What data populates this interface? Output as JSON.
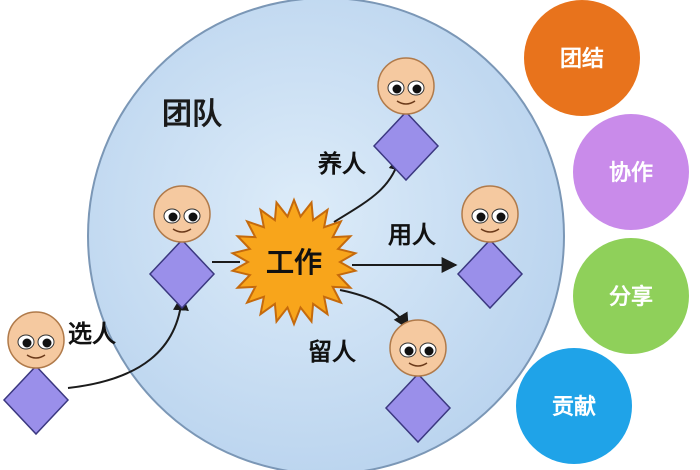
{
  "team": {
    "label": "团队"
  },
  "work": {
    "label": "工作"
  },
  "flow": {
    "select": "选人",
    "nurture": "养人",
    "use": "用人",
    "retain": "留人"
  },
  "values": [
    {
      "label": "团结",
      "color": "#E8731C"
    },
    {
      "label": "协作",
      "color": "#C98BEA"
    },
    {
      "label": "分享",
      "color": "#8FD05A"
    },
    {
      "label": "贡献",
      "color": "#1FA3E8"
    }
  ],
  "colors": {
    "team_circle": "#C5DDF4",
    "team_circle_edge": "#7B97B6",
    "person_face": "#F5C9A0",
    "person_body": "#9A8FEA",
    "sun": "#F8A51B",
    "sun_edge": "#C56A0C",
    "arrow": "#1B1B1B"
  }
}
